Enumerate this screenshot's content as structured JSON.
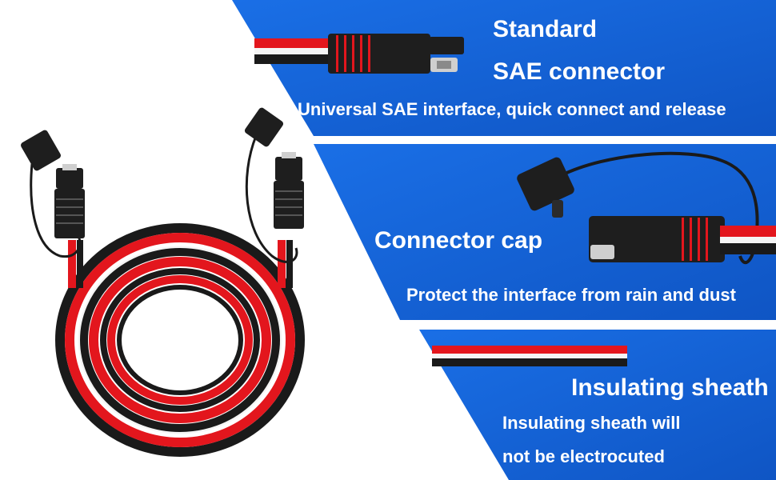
{
  "colors": {
    "panel_blue": "#1565d8",
    "panel_blue_dark": "#0e4fb8",
    "wire_red": "#e3161d",
    "wire_black": "#1a1a1a",
    "connector_body": "#1e1e1e",
    "background": "#ffffff"
  },
  "panel1": {
    "title_line1": "Standard",
    "title_line2": "SAE connector",
    "subtitle": "Universal SAE interface, quick connect and release"
  },
  "panel2": {
    "title": "Connector cap",
    "subtitle": "Protect the interface from rain and dust"
  },
  "panel3": {
    "title": "Insulating sheath",
    "subtitle_line1": "Insulating sheath will",
    "subtitle_line2": "not be electrocuted"
  }
}
